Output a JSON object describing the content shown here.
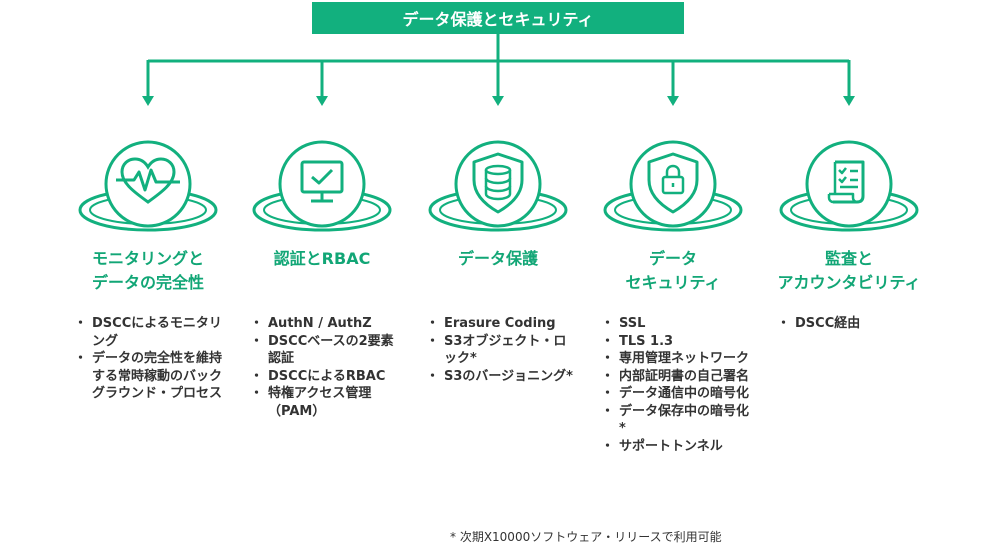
{
  "header": {
    "title": "データ保護とセキュリティ"
  },
  "colors": {
    "accent": "#12b07e",
    "accent_text": "#12a676",
    "text": "#333333"
  },
  "pillars": [
    {
      "icon": "heart-monitor-icon",
      "title_lines": [
        "モニタリングと",
        "データの完全性"
      ],
      "bullets": [
        "DSCCによるモニタリング",
        "データの完全性を維持する常時稼動のバックグラウンド・プロセス"
      ]
    },
    {
      "icon": "monitor-check-icon",
      "title_lines": [
        "認証とRBAC"
      ],
      "bullets": [
        "AuthN / AuthZ",
        "DSCCベースの2要素認証",
        "DSCCによるRBAC",
        "特権アクセス管理（PAM）"
      ]
    },
    {
      "icon": "database-shield-icon",
      "title_lines": [
        "データ保護"
      ],
      "bullets": [
        "Erasure Coding",
        "S3オブジェクト・ロック*",
        "S3のバージョニング*"
      ]
    },
    {
      "icon": "lock-shield-icon",
      "title_lines": [
        "データ",
        "セキュリティ"
      ],
      "bullets": [
        "SSL",
        "TLS 1.3",
        "専用管理ネットワーク",
        "内部証明書の自己署名",
        "データ通信中の暗号化",
        "データ保存中の暗号化*",
        "サポートトンネル"
      ]
    },
    {
      "icon": "checklist-document-icon",
      "title_lines": [
        "監査と",
        "アカウンタビリティ"
      ],
      "bullets": [
        "DSCC経由"
      ]
    }
  ],
  "footnote": "* 次期X10000ソフトウェア・リリースで利用可能"
}
